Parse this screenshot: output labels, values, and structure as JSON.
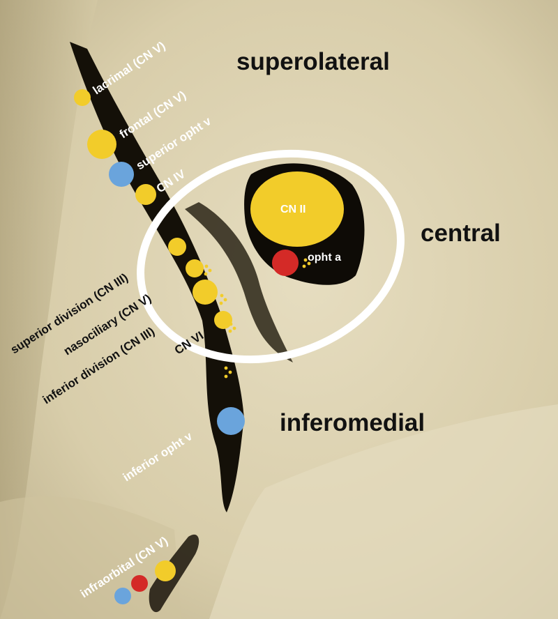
{
  "regions": {
    "superolateral": "superolateral",
    "central": "central",
    "inferomedial": "inferomedial"
  },
  "structures": {
    "lacrimal": "lacrimal (CN V)",
    "frontal": "frontal (CN V)",
    "superior_opht_v": "superior opht v",
    "cn_iv": "CN IV",
    "cn_ii": "CN II",
    "opht_a": "opht a",
    "superior_division": "superior division (CN III)",
    "nasociliary": "nasociliary (CN V)",
    "inferior_division": "inferior division (CN III)",
    "cn_vi": "CN VI",
    "inferior_opht_v": "inferior opht v",
    "infraorbital": "infraorbital (CN V)"
  },
  "colors": {
    "nerve": "#f2cc2a",
    "vein": "#6aa4dc",
    "artery": "#d42a27",
    "ring": "#ffffff"
  }
}
